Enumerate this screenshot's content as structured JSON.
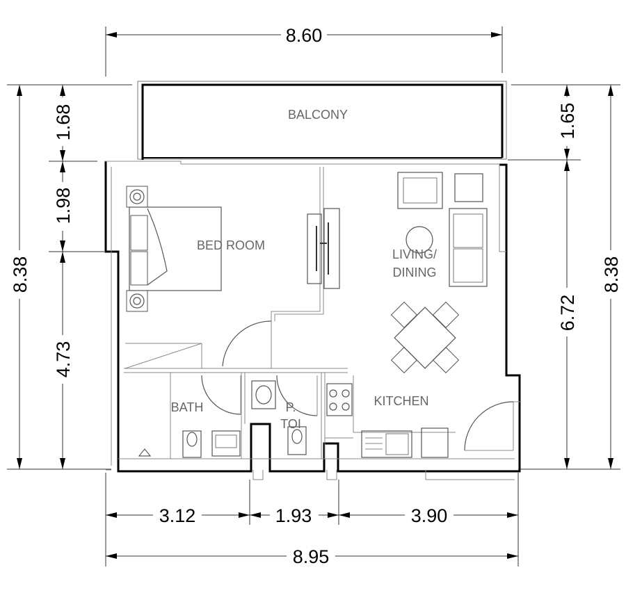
{
  "dimensions": {
    "top_width": "8.60",
    "bottom_total": "8.95",
    "bottom_left": "3.12",
    "bottom_mid": "1.93",
    "bottom_right": "3.90",
    "left_total": "8.38",
    "left_balcony": "1.68",
    "left_mid": "1.98",
    "left_lower": "4.73",
    "right_total": "8.38",
    "right_balcony": "1.65",
    "right_lower": "6.72"
  },
  "rooms": {
    "balcony": "BALCONY",
    "bedroom": "BED ROOM",
    "living_1": "LIVING/",
    "living_2": "DINING",
    "kitchen": "KITCHEN",
    "bath": "BATH",
    "toilet_1": "P.",
    "toilet_2": "TOI"
  }
}
